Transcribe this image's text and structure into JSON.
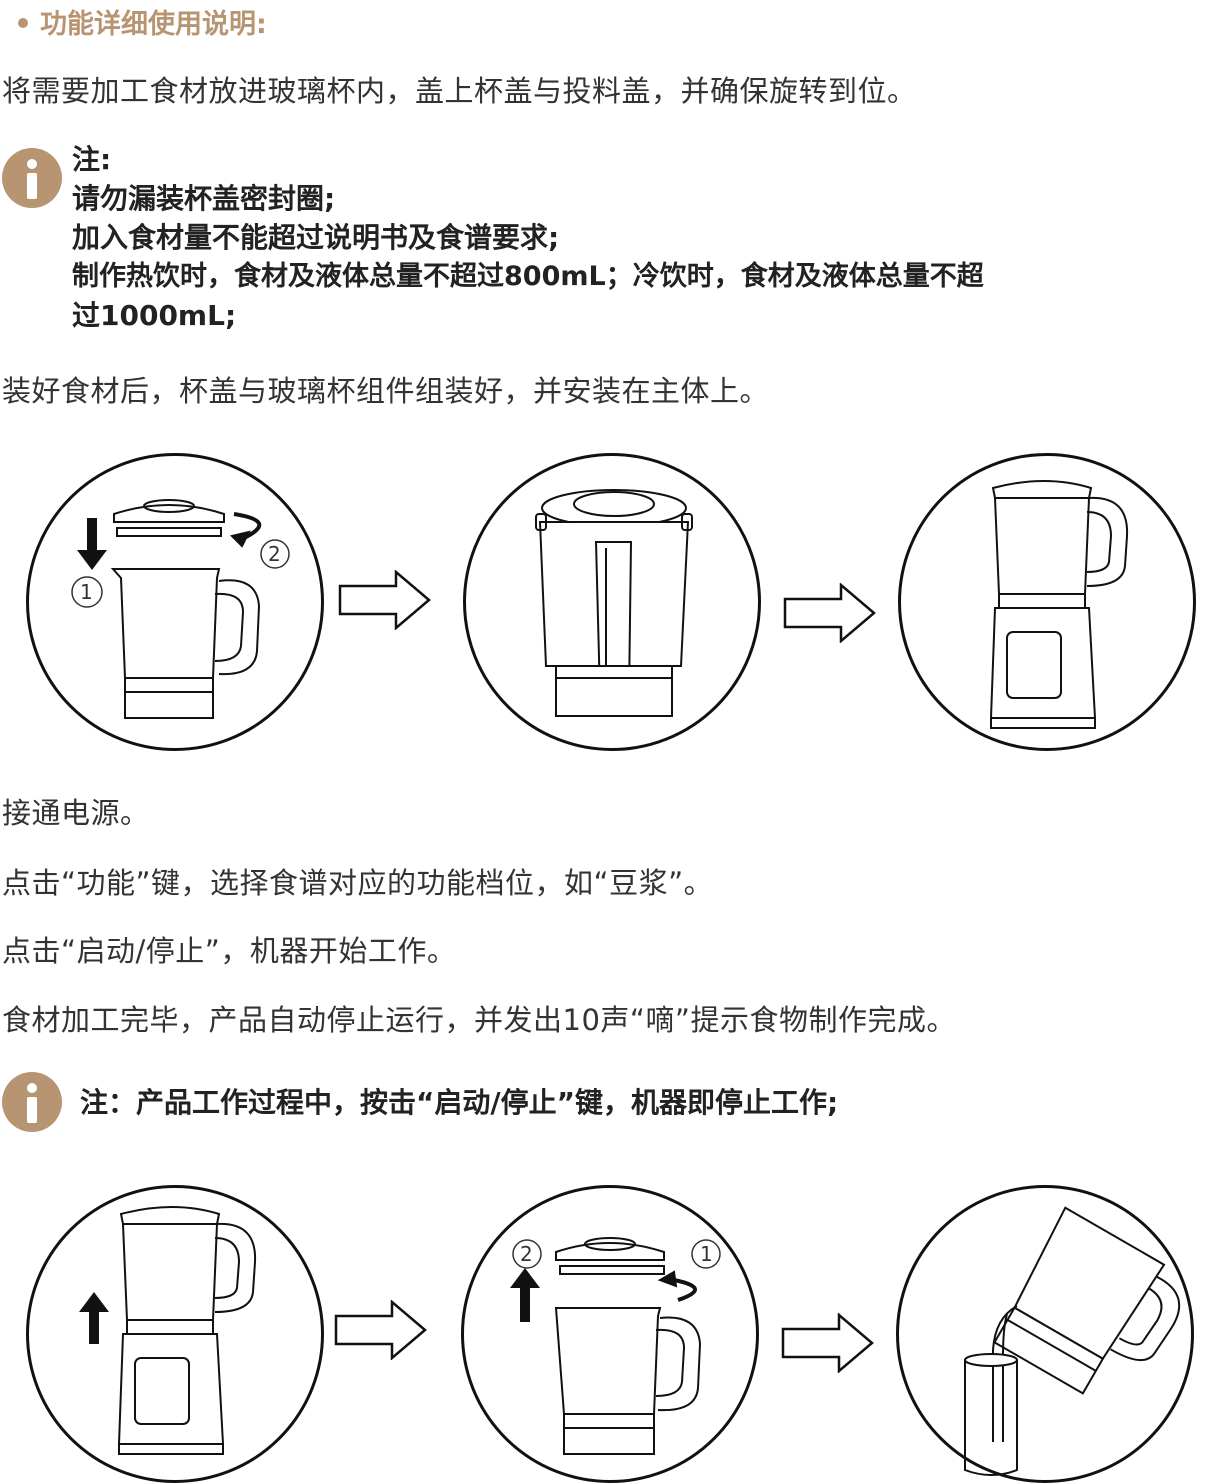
{
  "section": {
    "title": "功能详细使用说明:"
  },
  "paragraphs": {
    "p1": "将需要加工食材放进玻璃杯内，盖上杯盖与投料盖，并确保旋转到位。",
    "p2": "装好食材后，杯盖与玻璃杯组件组装好，并安装在主体上。",
    "p3": "接通电源。",
    "p4": "点击“功能”键，选择食谱对应的功能档位，如“豆浆”。",
    "p5": "点击“启动/停止”，机器开始工作。",
    "p6": "食材加工完毕，产品自动停止运行，并发出10声“嘀”提示食物制作完成。"
  },
  "note1": {
    "label": "注:",
    "line1": "请勿漏装杯盖密封圈;",
    "line2": "加入食材量不能超过说明书及食谱要求;",
    "line3": "制作热饮时，食材及液体总量不超过800mL；冷饮时，食材及液体总量不超",
    "line4": "过1000mL;"
  },
  "note2": {
    "text": "注：产品工作过程中，按击“启动/停止”键，机器即停止工作;"
  },
  "step_markers": {
    "one": "1",
    "two": "2"
  },
  "colors": {
    "accent": "#b89572",
    "text": "#333333",
    "line": "#111111"
  },
  "icons": {
    "info": "info-icon",
    "step_arrow": "outline-right-arrow"
  }
}
